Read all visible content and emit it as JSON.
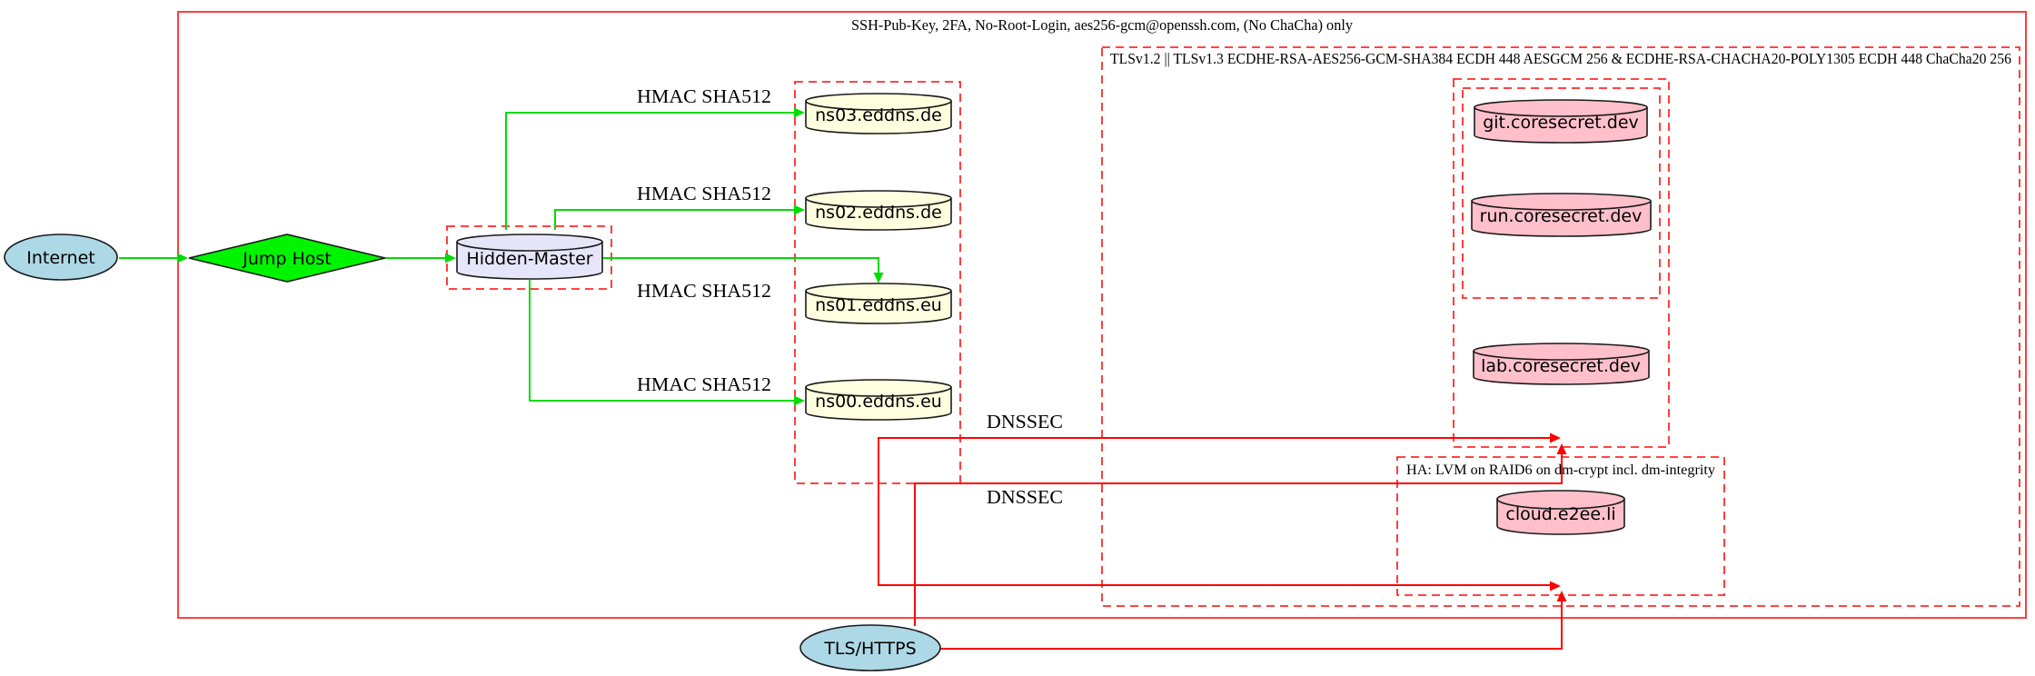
{
  "clusters": {
    "ssh": {
      "label": "SSH-Pub-Key, 2FA, No-Root-Login, aes256-gcm@openssh.com, (No ChaCha) only"
    },
    "tls": {
      "label": "TLSv1.2 || TLSv1.3 ECDHE-RSA-AES256-GCM-SHA384 ECDH 448 AESGCM 256 & ECDHE-RSA-CHACHA20-POLY1305 ECDH 448 ChaCha20 256"
    },
    "ha": {
      "label": "HA: LVM on RAID6 on dm-crypt incl. dm-integrity"
    }
  },
  "nodes": {
    "internet": {
      "label": "Internet"
    },
    "jump_host": {
      "label": "Jump Host"
    },
    "hidden_master": {
      "label": "Hidden-Master"
    },
    "ns03": {
      "label": "ns03.eddns.de"
    },
    "ns02": {
      "label": "ns02.eddns.de"
    },
    "ns01": {
      "label": "ns01.eddns.eu"
    },
    "ns00": {
      "label": "ns00.eddns.eu"
    },
    "git": {
      "label": "git.coresecret.dev"
    },
    "run": {
      "label": "run.coresecret.dev"
    },
    "lab": {
      "label": "lab.coresecret.dev"
    },
    "cloud": {
      "label": "cloud.e2ee.li"
    },
    "tls_https": {
      "label": "TLS/HTTPS"
    }
  },
  "edges": {
    "hmac_ns03": {
      "label": "HMAC SHA512"
    },
    "hmac_ns02": {
      "label": "HMAC SHA512"
    },
    "hmac_ns01": {
      "label": "HMAC SHA512"
    },
    "hmac_ns00": {
      "label": "HMAC SHA512"
    },
    "dnssec_top": {
      "label": "DNSSEC"
    },
    "dnssec_bottom": {
      "label": "DNSSEC"
    }
  },
  "colors": {
    "cluster_red": "#ff2a2a",
    "edge_red": "#ff0000",
    "edge_green": "#00dc00",
    "node_blue": "#add8e6",
    "node_yellow": "#ffffe0",
    "node_lavender": "#e6e6fa",
    "node_pink": "#ffc0cb",
    "node_green": "#00f400"
  }
}
